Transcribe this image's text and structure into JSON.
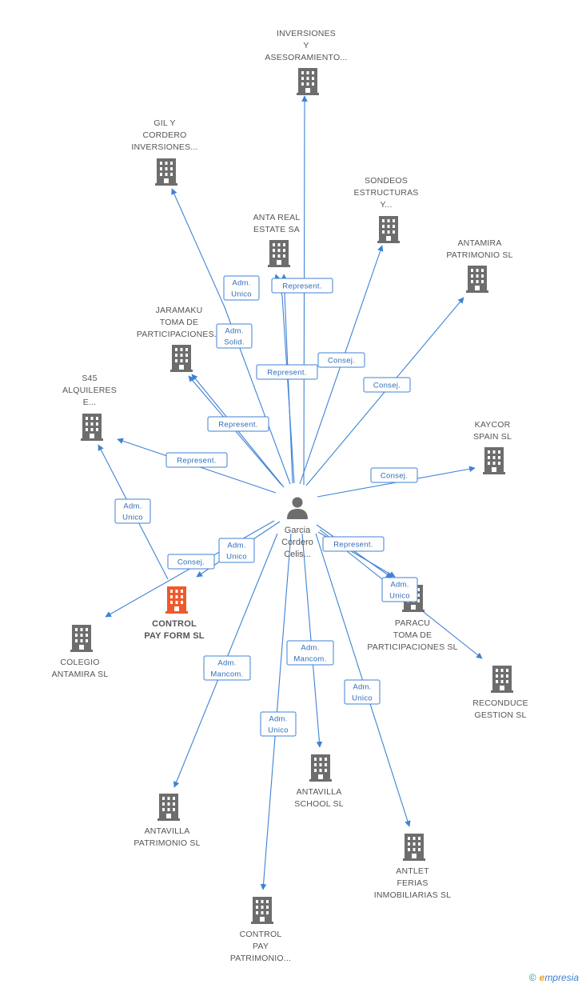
{
  "center": {
    "name": "center-person",
    "label": [
      "Garcia",
      "Cordero",
      "Celis..."
    ]
  },
  "nodes": [
    {
      "id": "inversiones",
      "label": [
        "INVERSIONES",
        "Y",
        "ASESORAMIENTO..."
      ]
    },
    {
      "id": "gil",
      "label": [
        "GIL Y",
        "CORDERO",
        "INVERSIONES..."
      ]
    },
    {
      "id": "sondeos",
      "label": [
        "SONDEOS",
        "ESTRUCTURAS",
        "Y..."
      ]
    },
    {
      "id": "anta-real",
      "label": [
        "ANTA REAL",
        "ESTATE SA"
      ]
    },
    {
      "id": "antamira-patrimonio",
      "label": [
        "ANTAMIRA",
        "PATRIMONIO SL"
      ]
    },
    {
      "id": "jaramaku",
      "label": [
        "JARAMAKU",
        "TOMA DE",
        "PARTICIPACIONES..."
      ]
    },
    {
      "id": "s45",
      "label": [
        "S45",
        "ALQUILERES",
        "E..."
      ]
    },
    {
      "id": "kaycor",
      "label": [
        "KAYCOR",
        "SPAIN SL"
      ]
    },
    {
      "id": "control-pay-form",
      "label": [
        "CONTROL",
        "PAY FORM SL"
      ],
      "main": true
    },
    {
      "id": "colegio",
      "label": [
        "COLEGIO",
        "ANTAMIRA SL"
      ]
    },
    {
      "id": "paracu",
      "label": [
        "PARACU",
        "TOMA DE",
        "PARTICIPACIONES SL"
      ]
    },
    {
      "id": "reconduce",
      "label": [
        "RECONDUCE",
        "GESTION SL"
      ]
    },
    {
      "id": "antavilla-school",
      "label": [
        "ANTAVILLA",
        "SCHOOL SL"
      ]
    },
    {
      "id": "antavilla-patrimonio",
      "label": [
        "ANTAVILLA",
        "PATRIMONIO SL"
      ]
    },
    {
      "id": "antlet",
      "label": [
        "ANTLET",
        "FERIAS",
        "INMOBILIARIAS SL"
      ]
    },
    {
      "id": "control-pay-patrimonio",
      "label": [
        "CONTROL",
        "PAY",
        "PATRIMONIO..."
      ]
    }
  ],
  "edges": [
    {
      "to": "inversiones",
      "label": []
    },
    {
      "to": "gil",
      "label": [
        "Adm.",
        "Unico"
      ]
    },
    {
      "to": "anta-real",
      "label": [
        "Represent."
      ]
    },
    {
      "to": "anta-real",
      "label": [
        "Represent."
      ]
    },
    {
      "to": "jaramaku",
      "label": [
        "Adm.",
        "Solid."
      ]
    },
    {
      "to": "sondeos",
      "label": [
        "Consej."
      ]
    },
    {
      "to": "antamira-patrimonio",
      "label": [
        "Consej."
      ]
    },
    {
      "to": "jaramaku",
      "label": [
        "Represent."
      ]
    },
    {
      "to": "s45",
      "label": [
        "Represent."
      ]
    },
    {
      "to": "kaycor",
      "label": [
        "Consej."
      ]
    },
    {
      "to": "s45",
      "label": [
        "Adm.",
        "Unico"
      ]
    },
    {
      "to": "control-pay-form",
      "label": [
        "Adm.",
        "Unico"
      ]
    },
    {
      "to": "colegio",
      "label": [
        "Consej."
      ]
    },
    {
      "to": "paracu",
      "label": [
        "Represent."
      ]
    },
    {
      "to": "paracu",
      "label": [
        "Adm.",
        "Unico"
      ]
    },
    {
      "to": "reconduce",
      "label": []
    },
    {
      "to": "antavilla-school",
      "label": [
        "Adm.",
        "Mancom."
      ]
    },
    {
      "to": "antavilla-patrimonio",
      "label": [
        "Adm.",
        "Mancom."
      ]
    },
    {
      "to": "antlet",
      "label": [
        "Adm.",
        "Unico"
      ]
    },
    {
      "to": "control-pay-patrimonio",
      "label": [
        "Adm.",
        "Unico"
      ]
    }
  ],
  "colors": {
    "edge": "#3f82d4",
    "building": "#6d6d6d",
    "building_main": "#f0592a",
    "person": "#6d6d6d"
  },
  "footer": {
    "copyright": "©",
    "brand_e": "e",
    "brand_rest": "mpresia"
  }
}
